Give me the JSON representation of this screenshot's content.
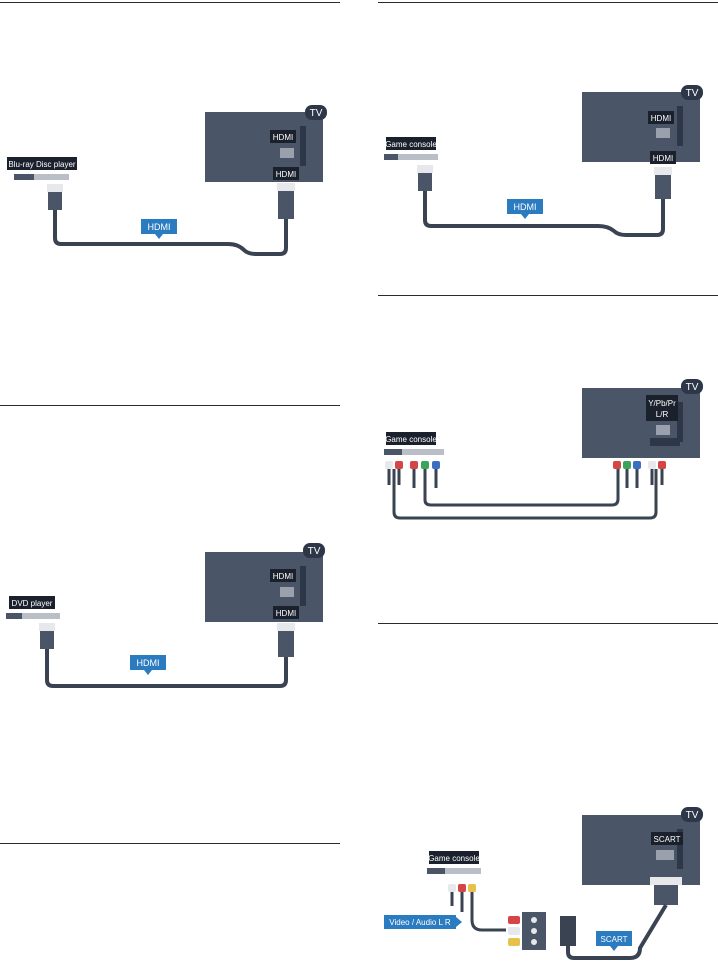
{
  "colors": {
    "tv_body": "#4a5568",
    "tv_badge": "#2d3748",
    "label_bg": "#1a202c",
    "cable": "#3a4352",
    "hdmi_badge": "#2b7bc0",
    "device_body": "#b9bec7",
    "plug_white": "#e6e8eb",
    "plug_red": "#d64545",
    "plug_green": "#3aa55a",
    "plug_blue": "#3a6fc4",
    "plug_yellow": "#e6c24a"
  },
  "diagrams": {
    "bluray": {
      "tv_label": "TV",
      "port_label": "HDMI",
      "plug_label": "HDMI",
      "device_label": "Blu-ray Disc player",
      "cable_label": "HDMI"
    },
    "dvd": {
      "tv_label": "TV",
      "port_label": "HDMI",
      "plug_label": "HDMI",
      "device_label": "DVD player",
      "cable_label": "HDMI"
    },
    "game_hdmi": {
      "tv_label": "TV",
      "port_label": "HDMI",
      "plug_label": "HDMI",
      "device_label": "Game console",
      "cable_label": "HDMI"
    },
    "game_ypbpr": {
      "tv_label": "TV",
      "port_label_1": "Y/Pb/Pr",
      "port_label_2": "L/R",
      "device_label": "Game console"
    },
    "game_scart": {
      "tv_label": "TV",
      "port_label": "SCART",
      "device_label": "Game console",
      "adapter_label": "Video / Audio L R",
      "cable_label": "SCART"
    }
  }
}
